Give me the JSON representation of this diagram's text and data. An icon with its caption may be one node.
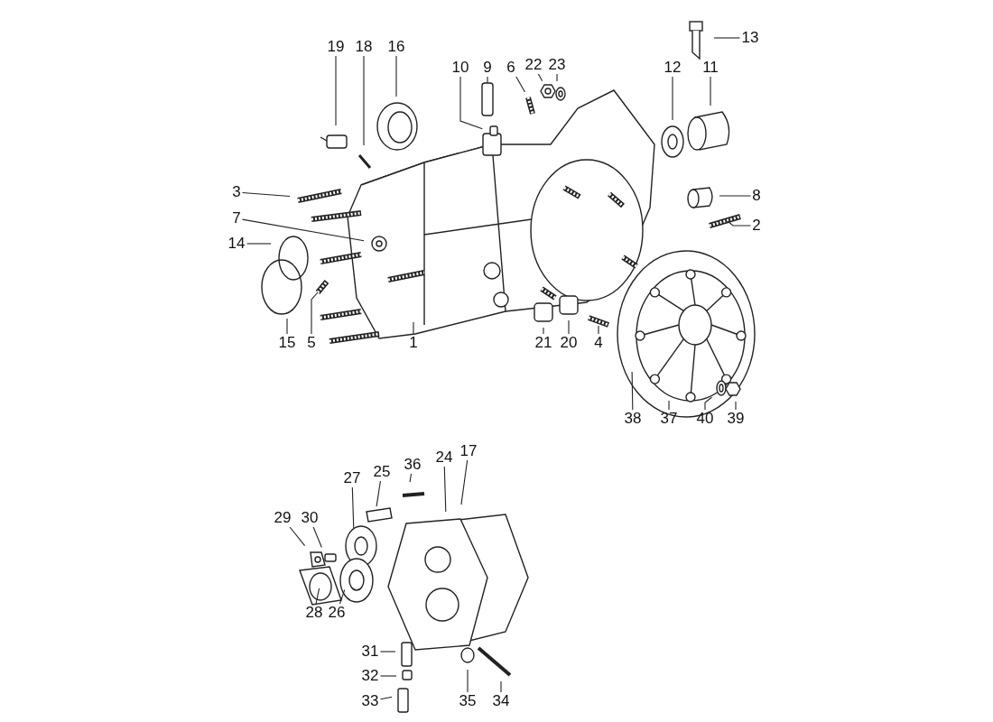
{
  "diagram": {
    "nodes": [
      {
        "text": [
          "13"
        ]
      },
      {
        "text": [
          "19"
        ]
      },
      {
        "text": [
          "18"
        ]
      },
      {
        "text": [
          "16"
        ]
      },
      {
        "text": [
          "10"
        ]
      },
      {
        "text": [
          "9"
        ]
      },
      {
        "text": [
          "6"
        ]
      },
      {
        "text": [
          "22"
        ]
      },
      {
        "text": [
          "23"
        ]
      },
      {
        "text": [
          "12"
        ]
      },
      {
        "text": [
          "11"
        ]
      },
      {
        "text": [
          "3"
        ]
      },
      {
        "text": [
          "7"
        ]
      },
      {
        "text": [
          "8"
        ]
      },
      {
        "text": [
          "14"
        ]
      },
      {
        "text": [
          "2"
        ]
      },
      {
        "text": [
          "15"
        ]
      },
      {
        "text": [
          "5"
        ]
      },
      {
        "text": [
          "1"
        ]
      },
      {
        "text": [
          "21"
        ]
      },
      {
        "text": [
          "20"
        ]
      },
      {
        "text": [
          "4"
        ]
      },
      {
        "text": [
          "38"
        ]
      },
      {
        "text": [
          "37"
        ]
      },
      {
        "text": [
          "40"
        ]
      },
      {
        "text": [
          "39"
        ]
      },
      {
        "text": [
          "27"
        ]
      },
      {
        "text": [
          "25"
        ]
      },
      {
        "text": [
          "36"
        ]
      },
      {
        "text": [
          "24"
        ]
      },
      {
        "text": [
          "17"
        ]
      },
      {
        "text": [
          "29"
        ]
      },
      {
        "text": [
          "30"
        ]
      },
      {
        "text": [
          "28"
        ]
      },
      {
        "text": [
          "26"
        ]
      },
      {
        "text": [
          "31"
        ]
      },
      {
        "text": [
          "32"
        ]
      },
      {
        "text": [
          "33"
        ]
      },
      {
        "text": [
          "35"
        ]
      },
      {
        "text": [
          "34"
        ]
      }
    ],
    "edges": [
      {
        "from": 0,
        "to": null,
        "arrow": "none"
      },
      {
        "from": 1,
        "to": null,
        "arrow": "none"
      },
      {
        "from": 2,
        "to": null,
        "arrow": "none"
      },
      {
        "from": 3,
        "to": null,
        "arrow": "none"
      },
      {
        "from": 4,
        "to": null,
        "arrow": "none"
      },
      {
        "from": 5,
        "to": null,
        "arrow": "none"
      },
      {
        "from": 6,
        "to": null,
        "arrow": "none"
      },
      {
        "from": 7,
        "to": null,
        "arrow": "none"
      },
      {
        "from": 8,
        "to": null,
        "arrow": "none"
      },
      {
        "from": 9,
        "to": null,
        "arrow": "none"
      },
      {
        "from": 10,
        "to": null,
        "arrow": "none"
      },
      {
        "from": 11,
        "to": null,
        "arrow": "none"
      },
      {
        "from": 12,
        "to": null,
        "arrow": "none"
      },
      {
        "from": 13,
        "to": null,
        "arrow": "none"
      },
      {
        "from": 14,
        "to": null,
        "arrow": "none"
      },
      {
        "from": 15,
        "to": null,
        "arrow": "none"
      },
      {
        "from": 16,
        "to": null,
        "arrow": "none"
      },
      {
        "from": 17,
        "to": null,
        "arrow": "none"
      },
      {
        "from": 18,
        "to": null,
        "arrow": "none"
      },
      {
        "from": 19,
        "to": null,
        "arrow": "none"
      },
      {
        "from": 20,
        "to": null,
        "arrow": "none"
      },
      {
        "from": 21,
        "to": null,
        "arrow": "none"
      },
      {
        "from": 22,
        "to": null,
        "arrow": "none"
      },
      {
        "from": 23,
        "to": null,
        "arrow": "none"
      },
      {
        "from": 24,
        "to": null,
        "arrow": "none"
      },
      {
        "from": 25,
        "to": null,
        "arrow": "none"
      },
      {
        "from": 26,
        "to": null,
        "arrow": "none"
      },
      {
        "from": 27,
        "to": null,
        "arrow": "none"
      },
      {
        "from": 28,
        "to": null,
        "arrow": "none"
      },
      {
        "from": 29,
        "to": null,
        "arrow": "none"
      },
      {
        "from": 30,
        "to": null,
        "arrow": "none"
      },
      {
        "from": 31,
        "to": null,
        "arrow": "none"
      },
      {
        "from": 32,
        "to": null,
        "arrow": "none"
      },
      {
        "from": 33,
        "to": null,
        "arrow": "none"
      },
      {
        "from": 34,
        "to": null,
        "arrow": "none"
      },
      {
        "from": 35,
        "to": null,
        "arrow": "none"
      },
      {
        "from": 36,
        "to": null,
        "arrow": "none"
      },
      {
        "from": 37,
        "to": null,
        "arrow": "none"
      },
      {
        "from": 38,
        "to": null,
        "arrow": "none"
      },
      {
        "from": 39,
        "to": null,
        "arrow": "none"
      }
    ]
  }
}
